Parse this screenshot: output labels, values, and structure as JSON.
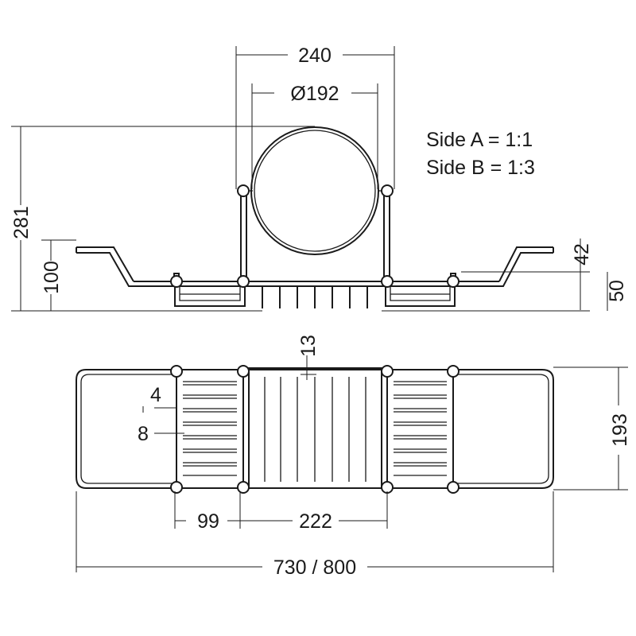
{
  "notes": {
    "side_a": "Side A = 1:1",
    "side_b": "Side B = 1:3"
  },
  "dimensions": {
    "mirror_frame_width": "240",
    "mirror_diameter": "Ø192",
    "overall_height": "281",
    "arm_height": "100",
    "end_rise": "42",
    "tray_depth": "50",
    "wire_spacing": "13",
    "slot_gap": "4",
    "slot_width": "8",
    "tray_width": "193",
    "side_section": "99",
    "center_section": "222",
    "overall_length": "730 / 800"
  }
}
